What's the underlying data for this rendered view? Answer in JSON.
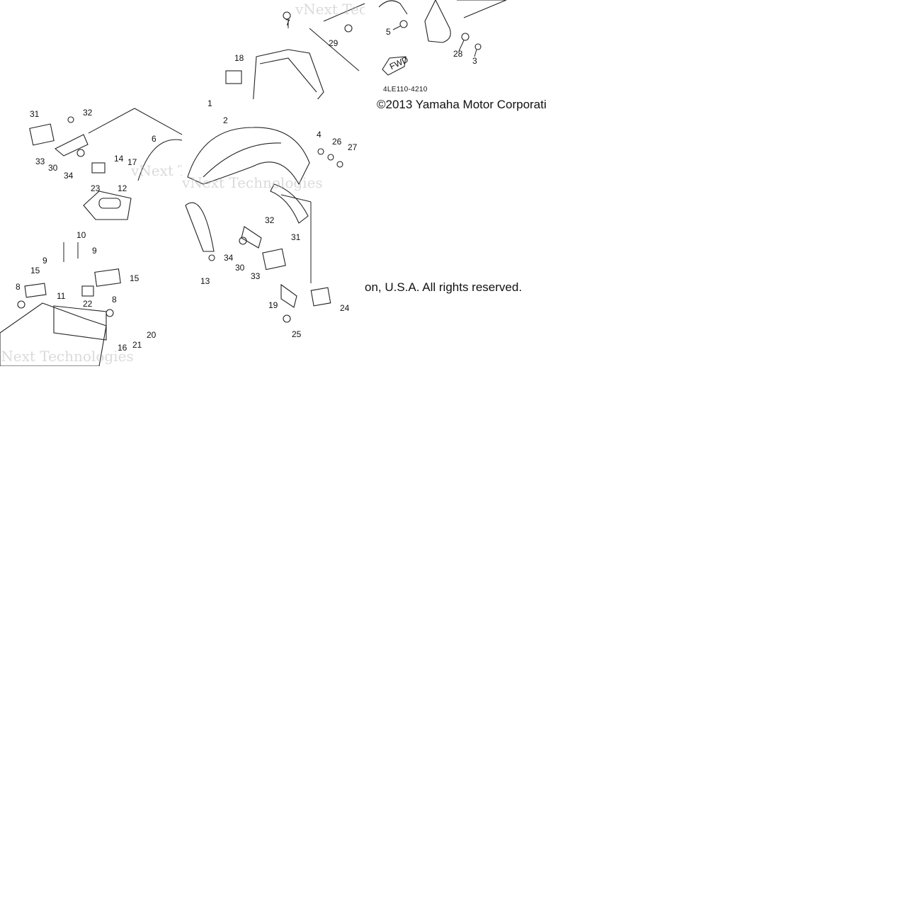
{
  "diagram": {
    "code": "4LE110-4210",
    "copyright_line_a": "©2013 Yamaha Motor Corporati",
    "copyright_line_b": "on, U.S.A. All rights reserved.",
    "fwd_label": "FWD",
    "callouts_top_right": [
      "5",
      "28",
      "3"
    ],
    "callouts_top_center": [
      "7",
      "29",
      "18"
    ],
    "callouts_left_top": [
      "31",
      "32",
      "33",
      "30",
      "34",
      "6",
      "14",
      "17",
      "23",
      "12"
    ],
    "callouts_center": [
      "1",
      "2",
      "4",
      "26",
      "27",
      "32",
      "31",
      "34",
      "30",
      "33",
      "13",
      "19",
      "24",
      "25"
    ],
    "callouts_left_bottom": [
      "10",
      "9",
      "9",
      "15",
      "15",
      "8",
      "11",
      "22",
      "8",
      "20",
      "16",
      "21"
    ],
    "watermark": "vNext Technologies"
  }
}
